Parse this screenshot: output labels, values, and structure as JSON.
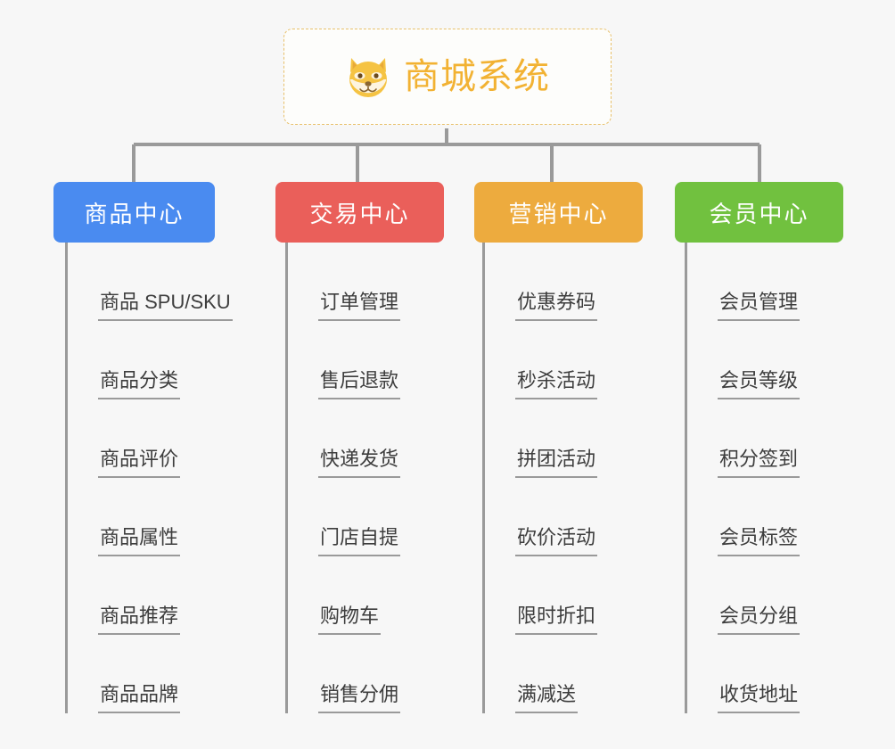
{
  "background_color": "#f7f7f7",
  "root": {
    "title": "商城系统",
    "icon": "shiba-dog-icon",
    "text_color": "#f2b233",
    "border_color": "#e8c06a",
    "border_style": "dashed"
  },
  "connector_color": "#9a9a9a",
  "columns": [
    {
      "header": "商品中心",
      "color": "#4a8bf0",
      "items": [
        "商品 SPU/SKU",
        "商品分类",
        "商品评价",
        "商品属性",
        "商品推荐",
        "商品品牌"
      ]
    },
    {
      "header": "交易中心",
      "color": "#ea5f5a",
      "items": [
        "订单管理",
        "售后退款",
        "快递发货",
        "门店自提",
        "购物车",
        "销售分佣"
      ]
    },
    {
      "header": "营销中心",
      "color": "#edab3e",
      "items": [
        "优惠券码",
        "秒杀活动",
        "拼团活动",
        "砍价活动",
        "限时折扣",
        "满减送"
      ]
    },
    {
      "header": "会员中心",
      "color": "#71c13f",
      "items": [
        "会员管理",
        "会员等级",
        "积分签到",
        "会员标签",
        "会员分组",
        "收货地址"
      ]
    }
  ]
}
